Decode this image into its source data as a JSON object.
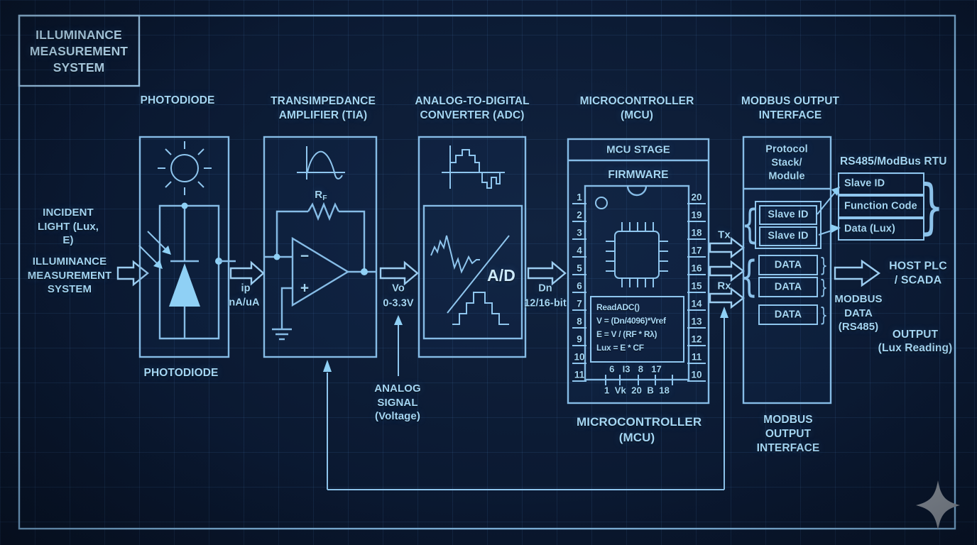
{
  "title": "ILLUMINANCE MEASUREMENT SYSTEM",
  "stage_headers": {
    "photodiode": "PHOTODIODE",
    "tia": "TRANSIMPEDANCE AMPLIFIER (TIA)",
    "adc": "ANALOG-TO-DIGITAL CONVERTER (ADC)",
    "mcu": "MICROCONTROLLER (MCU)",
    "modbus": "MODBUS OUTPUT INTERFACE"
  },
  "input_labels": {
    "incident_light": "INCIDENT LIGHT (Lux, E)",
    "system": "ILLUMINANCE MEASUREMENT SYSTEM"
  },
  "photodiode": {
    "caption": "PHOTODIODE"
  },
  "tia": {
    "rf_main": "R",
    "rf_sub": "F",
    "minus": "−",
    "plus": "+"
  },
  "adc": {
    "label": "A/D"
  },
  "signals": {
    "ip_name": "ip",
    "ip_unit": "nA/uA",
    "vo_name": "Vo",
    "vo_unit": "0-3.3V",
    "dn_name": "Dn",
    "dn_unit": "12/16-bit",
    "analog": "ANALOG SIGNAL (Voltage)",
    "tx": "Tx",
    "rx": "Rx"
  },
  "mcu": {
    "stage_header": "MCU STAGE",
    "firmware": "FIRMWARE",
    "left_pins": [
      "1",
      "2",
      "3",
      "4",
      "5",
      "6",
      "7",
      "8",
      "9",
      "10",
      "11"
    ],
    "right_pins": [
      "20",
      "19",
      "18",
      "17",
      "16",
      "15",
      "14",
      "13",
      "12",
      "11",
      "10"
    ],
    "code": [
      "ReadADC()",
      "V = (Dn/4096)*Vref",
      "E = V / (RF * Rλ)",
      "Lux = E * CF"
    ],
    "bottom_row1": "6   I3   8   17",
    "bottom_row2": "1  Vk  20  B  18",
    "caption": "MICROCONTROLLER (MCU)"
  },
  "modbus": {
    "header": "Protocol Stack/ Module",
    "slave_rows": [
      "Slave ID",
      "Slave ID"
    ],
    "data_rows": [
      "DATA",
      "DATA",
      "DATA"
    ],
    "caption": "MODBUS OUTPUT INTERFACE",
    "brace_left": "{",
    "brace_right": "}"
  },
  "rs485": {
    "header": "RS485/ModBus RTU",
    "rows": [
      "Slave ID",
      "Function Code",
      "Data (Lux)"
    ],
    "brace_right": "}"
  },
  "output": {
    "host_line1": "HOST PLC",
    "host_line2": "/ SCADA",
    "modbus_data": "MODBUS DATA (RS485)",
    "reading_line1": "OUTPUT",
    "reading_line2": "(Lux Reading)"
  },
  "colors": {
    "background": "#0a182c",
    "accent": "#86bce6",
    "text": "#a4d6f4",
    "bright_text": "#cdeafc",
    "fill": "#8fd0f5",
    "sparkle": "#8f969f"
  }
}
